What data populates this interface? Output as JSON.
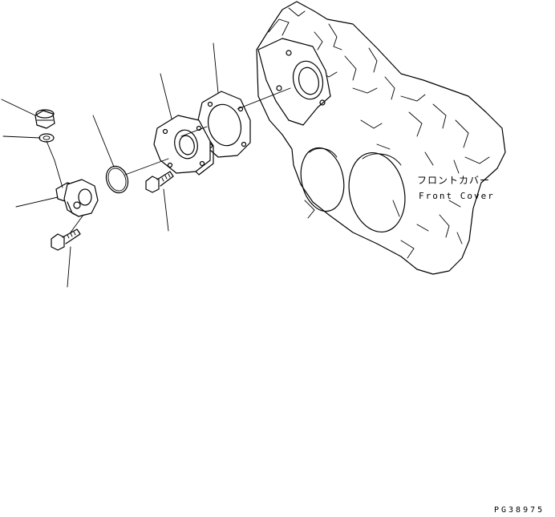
{
  "diagram": {
    "label_japanese": "フロントカバー",
    "label_english": "Front Cover",
    "reference_code": "PG38975"
  }
}
